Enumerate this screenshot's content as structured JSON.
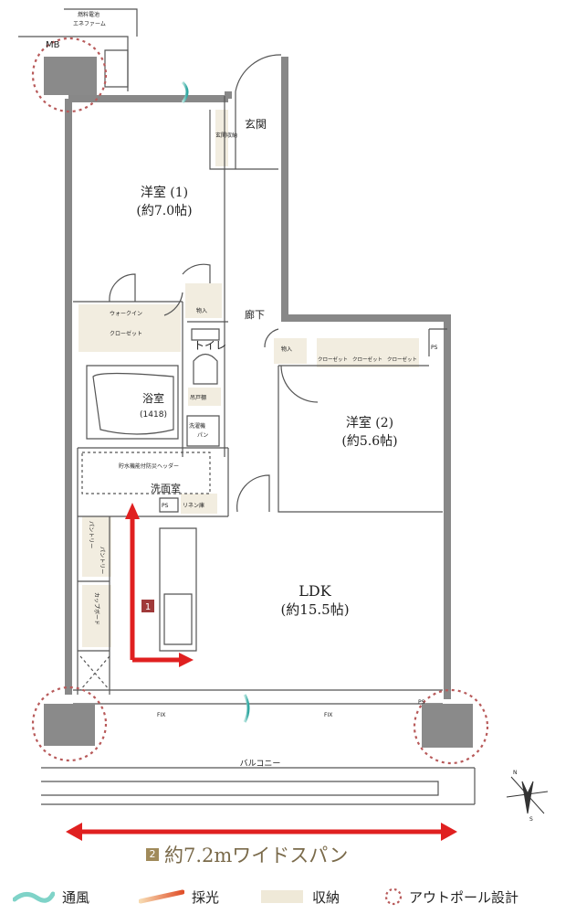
{
  "labels": {
    "fuel_cell": "燃料電池",
    "enefarm": "エネファーム",
    "mb": "MB",
    "entrance": "玄関",
    "entrance_storage": "玄関収納",
    "western_room_1": "洋室 (1)",
    "western_room_1_size": "(約7.0帖)",
    "storage_1": "物入",
    "hallway": "廊下",
    "walkin_1": "ウォークイン",
    "walkin_2": "クローゼット",
    "toilet": "トイレ",
    "storage_2": "物入",
    "ps_top": "PS",
    "closet_1": "クローゼット",
    "closet_2": "クローゼット",
    "closet_3": "クローゼット",
    "upper_cabinet": "吊戸棚",
    "bathroom": "浴室",
    "bathroom_size": "(1418)",
    "washer_pan_1": "洗濯機",
    "washer_pan_2": "パン",
    "western_room_2": "洋室 (2)",
    "western_room_2_size": "(約5.6帖)",
    "storage_hedger": "貯水機能付防災ヘッダー",
    "washroom": "洗面室",
    "ps_mid": "PS",
    "linen": "リネン庫",
    "pantry_1": "パントリー",
    "pantry_2": "パントリー",
    "cupboard": "カップボード",
    "ldk": "LDK",
    "ldk_size": "(約15.5帖)",
    "marker_1": "1",
    "fix_1": "FIX",
    "fix_2": "FIX",
    "ps_bottom": "PS",
    "balcony": "バルコニー",
    "compass_n": "N",
    "compass_s": "S"
  },
  "span": {
    "badge": "2",
    "text": "約7.2mワイドスパン"
  },
  "legend": [
    {
      "label": "通風",
      "icon": "ventilation-icon",
      "color": "#7fd3c8"
    },
    {
      "label": "採光",
      "icon": "daylight-icon",
      "color": "#e87a4a"
    },
    {
      "label": "収納",
      "icon": "storage-icon",
      "color": "#efe9d8"
    },
    {
      "label": "アウトポール設計",
      "icon": "outpole-icon",
      "color": "#b85a5a"
    }
  ],
  "colors": {
    "wall": "#888888",
    "arrow": "#e02020",
    "storage_fill": "#f2ede0",
    "outpole": "#b85a5a",
    "marker": "#a03a3a"
  }
}
